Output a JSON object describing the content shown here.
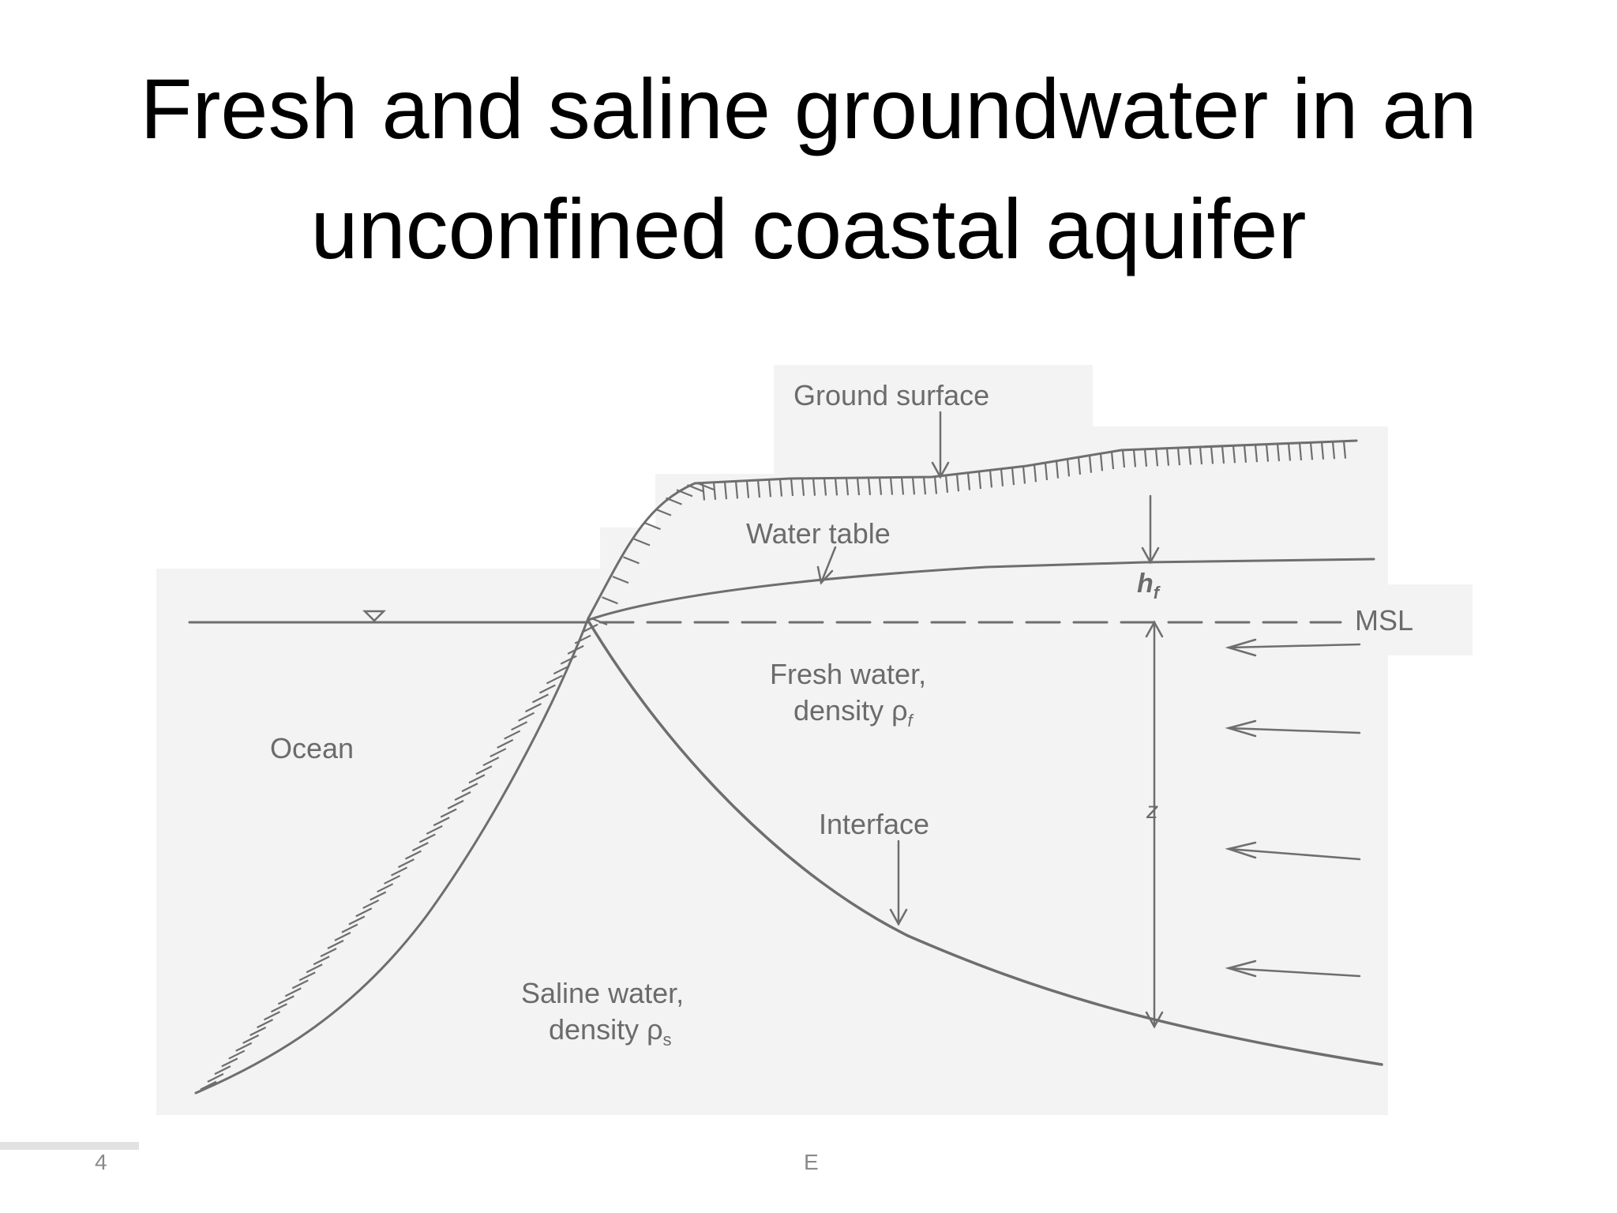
{
  "slide": {
    "title_line1": "Fresh and saline groundwater in an",
    "title_line2": "unconfined coastal aquifer",
    "page_number": "4",
    "footer_text": "E"
  },
  "diagram": {
    "labels": {
      "ground_surface": "Ground surface",
      "water_table": "Water table",
      "hf": "h",
      "hf_sub": "f",
      "msl": "MSL",
      "fresh_water_line1": "Fresh water,",
      "fresh_water_line2": "density ρ",
      "fresh_water_sub": "f",
      "ocean": "Ocean",
      "interface": "Interface",
      "z": "z",
      "saline_line1": "Saline water,",
      "saline_line2": "density ρ",
      "saline_sub": "s"
    },
    "colors": {
      "photo_bg": "#f2f2f2",
      "line": "#6e6e6e",
      "label": "#6b6b6b"
    }
  }
}
